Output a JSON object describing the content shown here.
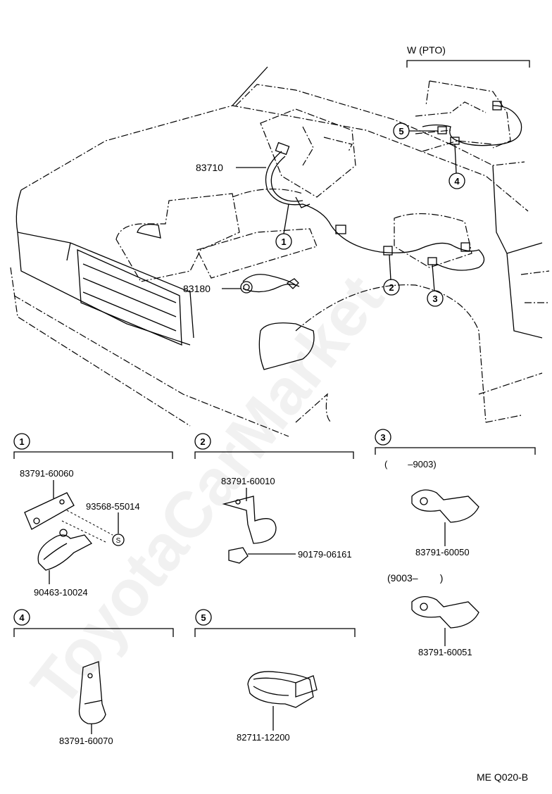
{
  "watermark": "ToyotaCarMarket",
  "main": {
    "variant_label": "W (PTO)",
    "callouts": [
      {
        "num": "1"
      },
      {
        "num": "2"
      },
      {
        "num": "3"
      },
      {
        "num": "4"
      },
      {
        "num": "5"
      }
    ],
    "part_labels": {
      "sensor_harness": "83710",
      "sensor": "83180"
    }
  },
  "panels": {
    "p1": {
      "num": "1",
      "parts": [
        "83791-60060",
        "93568-55014",
        "90463-10024"
      ],
      "marker": "S"
    },
    "p2": {
      "num": "2",
      "parts": [
        "83791-60010",
        "90179-06161"
      ]
    },
    "p3": {
      "num": "3",
      "range_a": "(        –9003)",
      "part_a": "83791-60050",
      "range_b": "(9003–        )",
      "part_b": "83791-60051"
    },
    "p4": {
      "num": "4",
      "parts": [
        "83791-60070"
      ]
    },
    "p5": {
      "num": "5",
      "parts": [
        "82711-12200"
      ]
    }
  },
  "footer_code": "ME Q020-B"
}
